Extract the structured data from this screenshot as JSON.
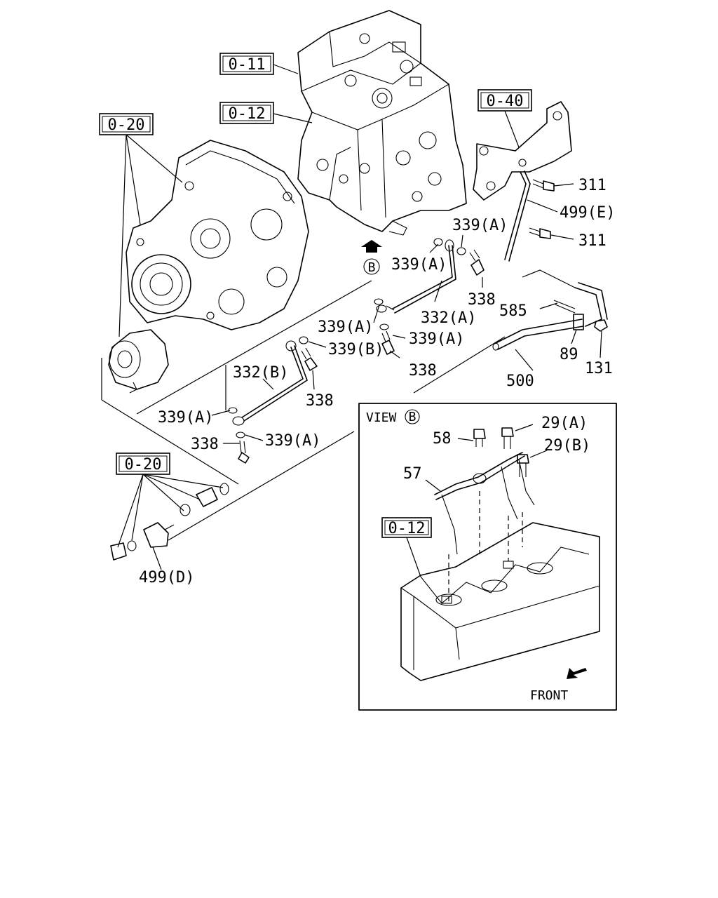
{
  "ref_boxes": [
    {
      "id": "ref-0-11",
      "text": "0-11"
    },
    {
      "id": "ref-0-12-top",
      "text": "0-12"
    },
    {
      "id": "ref-0-40",
      "text": "0-40"
    },
    {
      "id": "ref-0-20-top",
      "text": "0-20"
    },
    {
      "id": "ref-0-20-bottom",
      "text": "0-20"
    },
    {
      "id": "ref-0-12-view",
      "text": "0-12"
    }
  ],
  "callouts": {
    "p311_upper": "311",
    "p311_lower": "311",
    "p499E": "499(E)",
    "p339A_1": "339(A)",
    "p339A_2": "339(A)",
    "p338_1": "338",
    "p332A": "332(A)",
    "p339A_3": "339(A)",
    "p339A_4": "339(A)",
    "p585": "585",
    "p89": "89",
    "p131": "131",
    "p339B": "339(B)",
    "p338_2": "338",
    "p500": "500",
    "p332B": "332(B)",
    "p338_3": "338",
    "p339A_5": "339(A)",
    "p338_4": "338",
    "p339A_6": "339(A)",
    "p499D": "499(D)"
  },
  "view_b": {
    "title": "VIEW",
    "marker": "B",
    "p58": "58",
    "p29A": "29(A)",
    "p29B": "29(B)",
    "p57": "57",
    "front": "FRONT"
  },
  "direction_marker": "B"
}
